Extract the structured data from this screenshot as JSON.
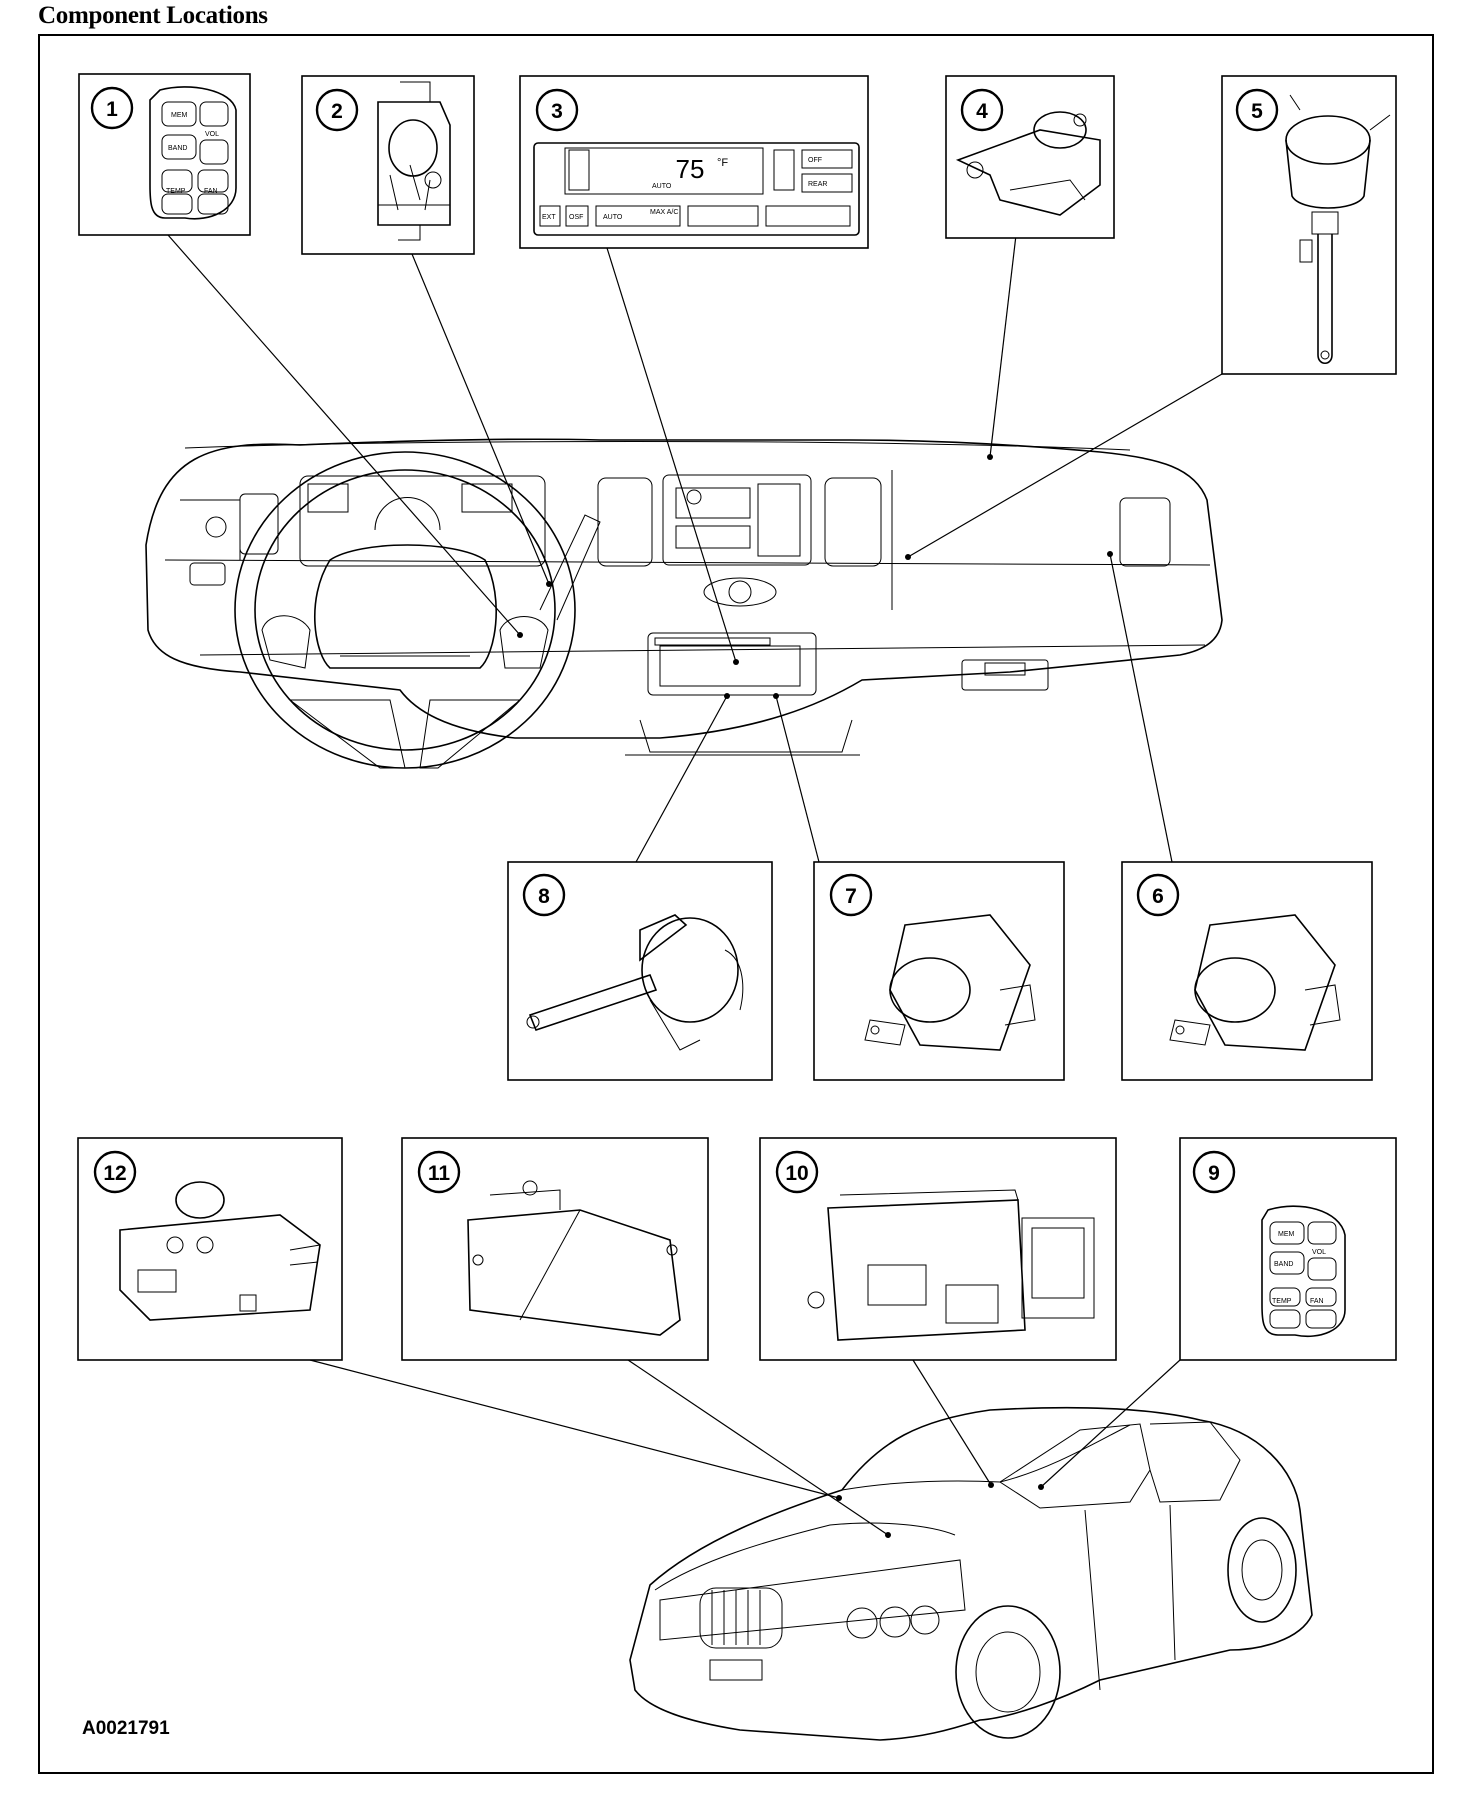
{
  "title": "Component Locations",
  "figure_id": "A0021791",
  "climate_display": {
    "temperature": "75",
    "unit": "°F",
    "mode": "AUTO"
  },
  "climate_buttons": [
    "EXT",
    "OSF",
    "AUTO",
    "MAX A/C",
    "OFF",
    "REAR"
  ],
  "steering_buttons": [
    "MEM",
    "VOL",
    "BAND",
    "TEMP",
    "FAN"
  ],
  "callouts": [
    {
      "number": "1"
    },
    {
      "number": "2"
    },
    {
      "number": "3"
    },
    {
      "number": "4"
    },
    {
      "number": "5"
    },
    {
      "number": "6"
    },
    {
      "number": "7"
    },
    {
      "number": "8"
    },
    {
      "number": "9"
    },
    {
      "number": "10"
    },
    {
      "number": "11"
    },
    {
      "number": "12"
    }
  ]
}
